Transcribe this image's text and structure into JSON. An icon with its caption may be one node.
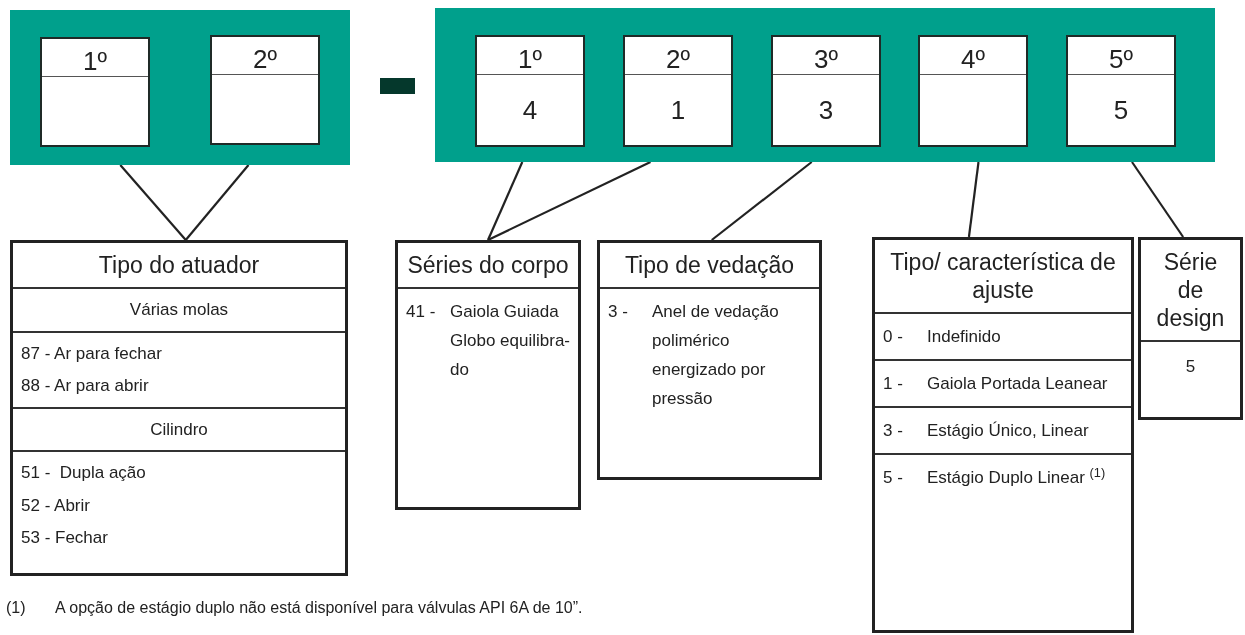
{
  "diagram": {
    "nodes": [
      {
        "text": [],
        "shape": "box"
      },
      {
        "text": [
          "1º"
        ],
        "in": 0
      },
      {
        "text": [
          "2º"
        ],
        "in": 0
      },
      {
        "text": [],
        "shape": "box"
      },
      {
        "text": [
          "1º",
          "4"
        ],
        "in": 3
      },
      {
        "text": [
          "2º",
          "1"
        ],
        "in": 3
      },
      {
        "text": [
          "3º",
          "3"
        ],
        "in": 3
      },
      {
        "text": [
          "4º"
        ],
        "in": 3
      },
      {
        "text": [
          "5º",
          "5"
        ],
        "in": 3
      },
      {
        "text": [
          "Tipo do atuador",
          "Várias molas",
          "87 - Ar para fechar",
          "88 - Ar para abrir",
          "Cilindro",
          "51 -  Dupla ação",
          "52 - Abrir",
          "53 - Fechar"
        ]
      },
      {
        "text": [
          "Séries do corpo",
          "41 -",
          "Gaiola Guiada Globo equilibra-do"
        ]
      },
      {
        "text": [
          "Tipo de vedação",
          "3 -",
          "Anel de vedação polimérico energizado por pressão"
        ]
      },
      {
        "text": [
          "Tipo/ característica de ajuste",
          "0 -",
          "Indefinido",
          "1 -",
          "Gaiola Portada Leanear",
          "3 -",
          "Estágio Único, Linear",
          "5 -",
          "Estágio Duplo Linear $^{(1)}$"
        ]
      },
      {
        "text": [
          "Série de design",
          "5"
        ]
      }
    ],
    "edges": [
      {
        "from": 1,
        "to": 9,
        "arrow": "none"
      },
      {
        "from": 2,
        "to": 9,
        "arrow": "none"
      },
      {
        "from": 4,
        "to": 10,
        "arrow": "none"
      },
      {
        "from": 5,
        "to": 10,
        "arrow": "none"
      },
      {
        "from": 6,
        "to": 11,
        "arrow": "none"
      },
      {
        "from": 7,
        "to": 12,
        "arrow": "none"
      },
      {
        "from": 8,
        "to": 13,
        "arrow": "none"
      }
    ],
    "labels": [
      "(1)",
      "A opção de estágio duplo não está disponível para válvulas API 6A de 10”."
    ]
  }
}
